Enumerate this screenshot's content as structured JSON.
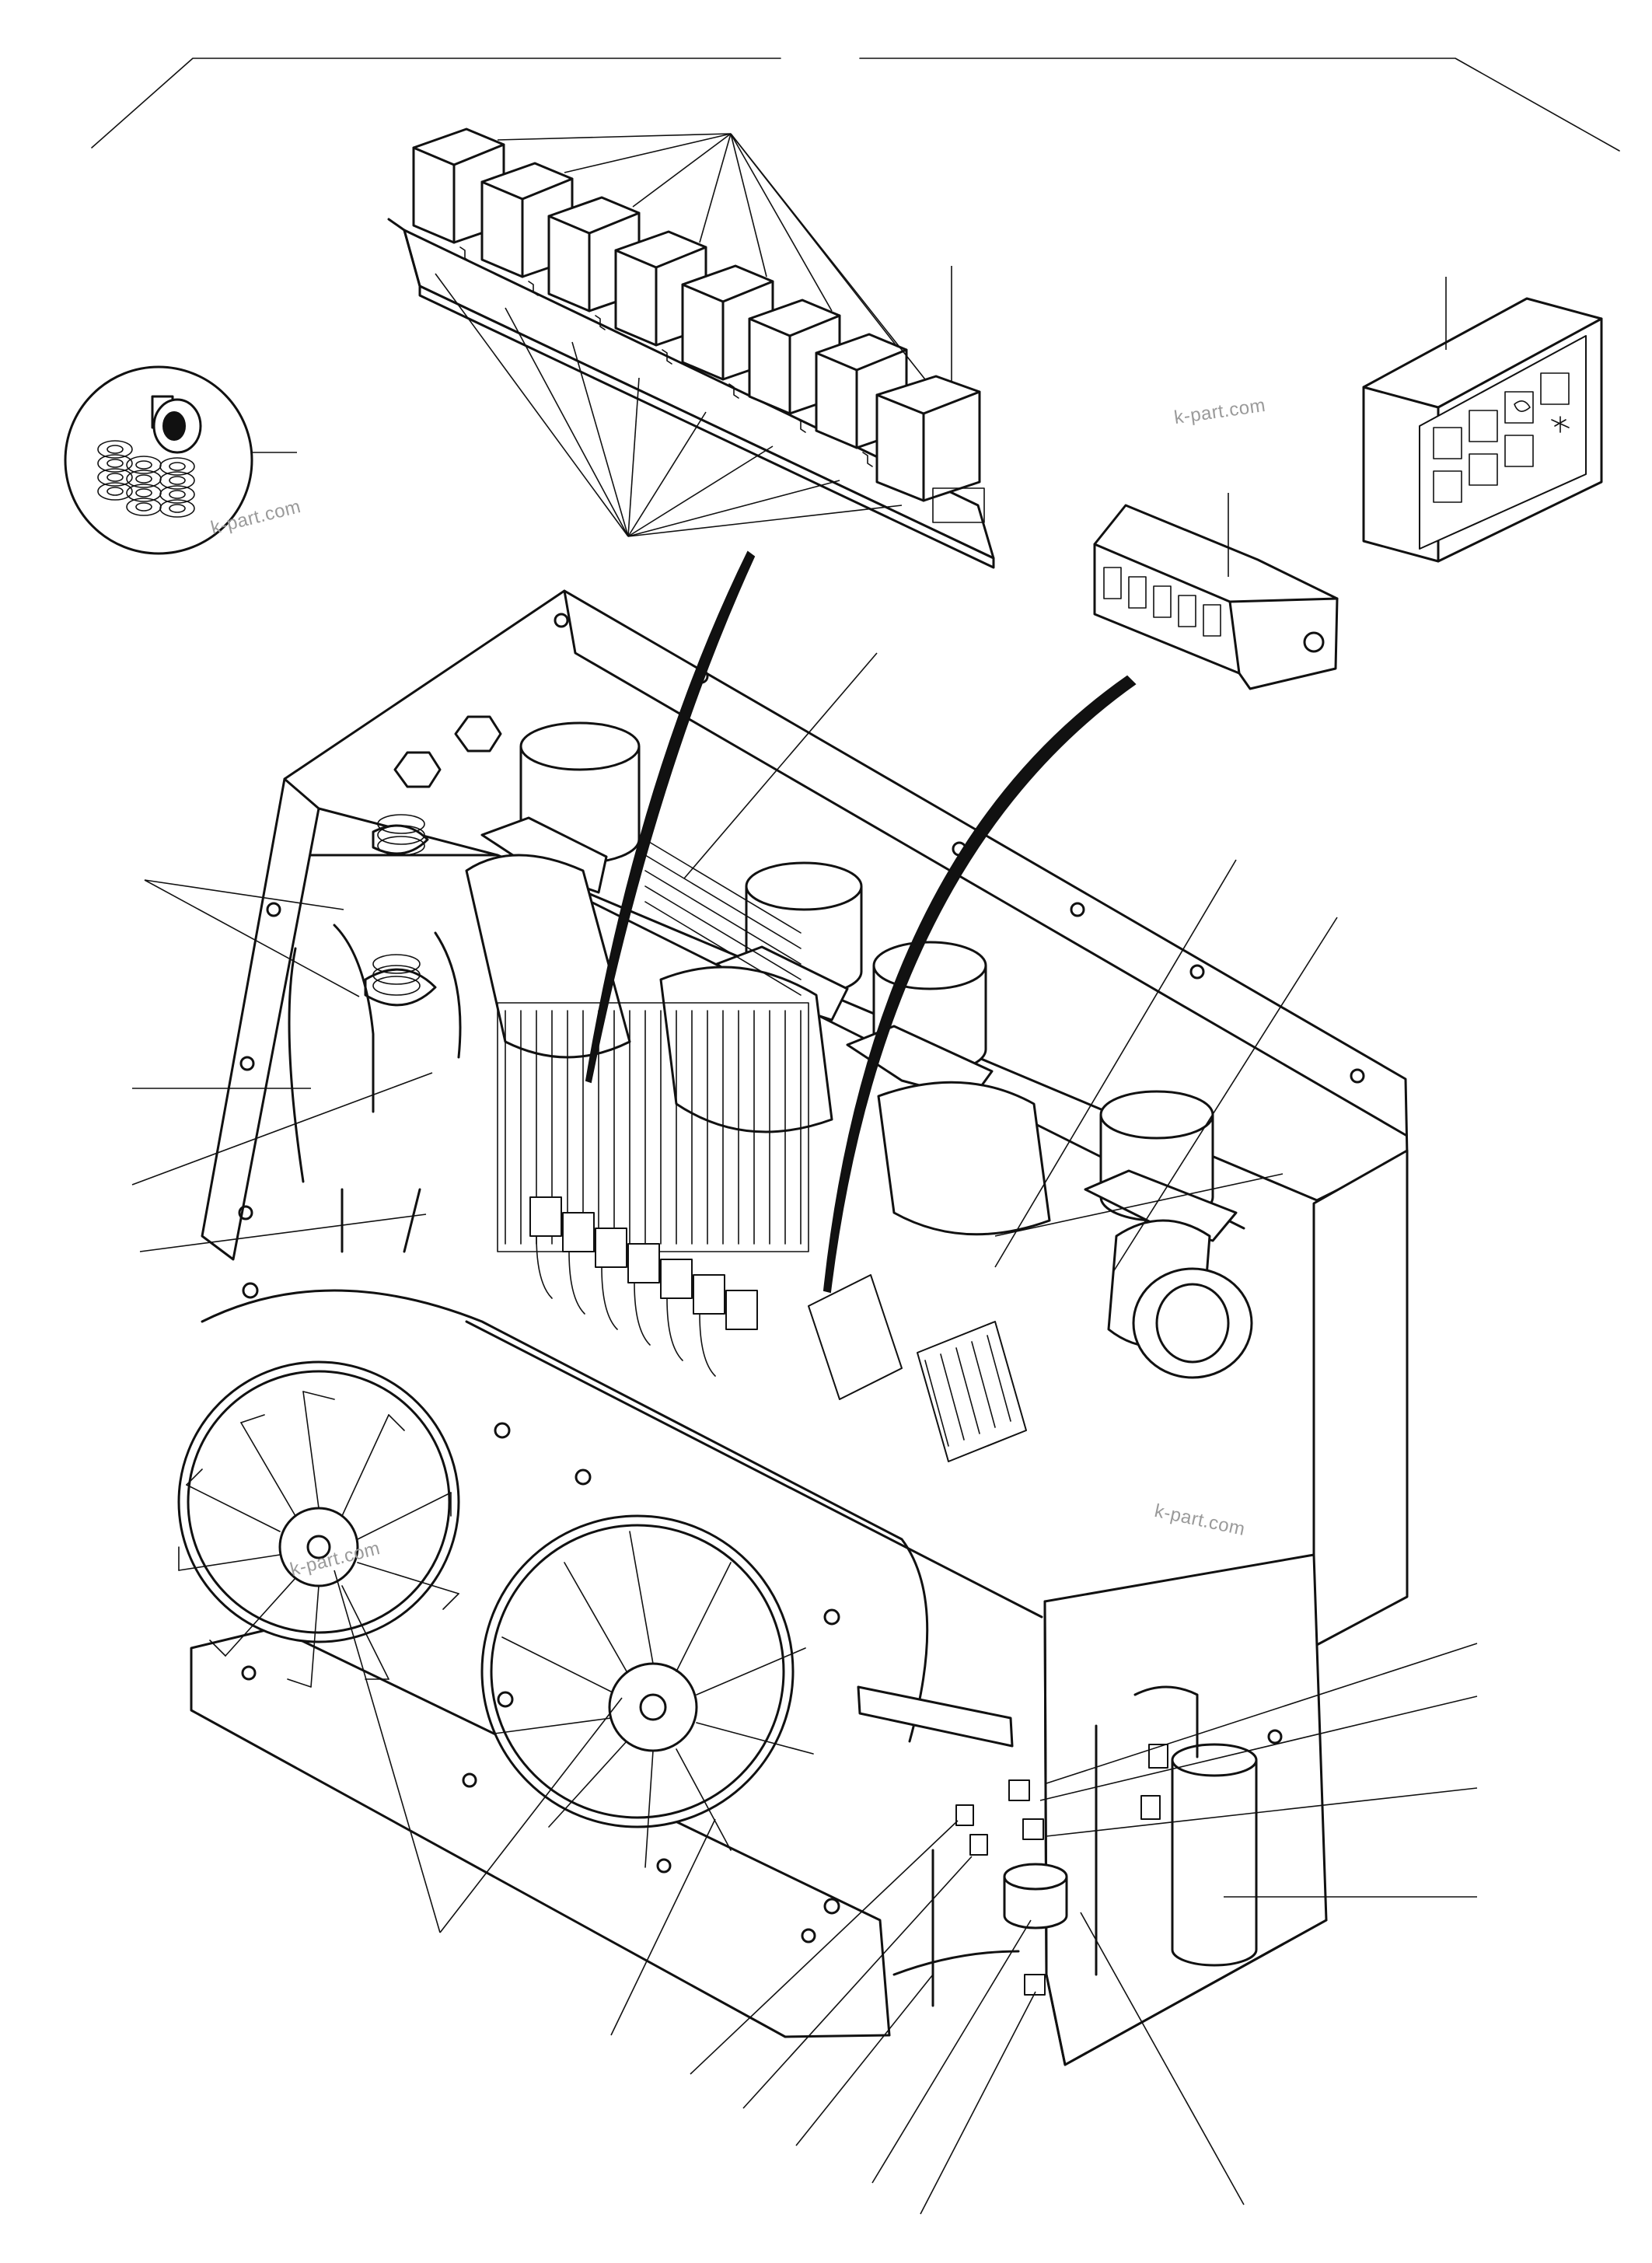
{
  "watermarks": [
    {
      "id": "wm-seals",
      "text": "k-part.com"
    },
    {
      "id": "wm-relays",
      "text": "k-part.com"
    },
    {
      "id": "wm-fan",
      "text": "k-part.com"
    },
    {
      "id": "wm-body",
      "text": "k-part.com"
    }
  ],
  "colors": {
    "line": "#111111",
    "background": "#ffffff",
    "watermark": "#9a9a9a"
  }
}
